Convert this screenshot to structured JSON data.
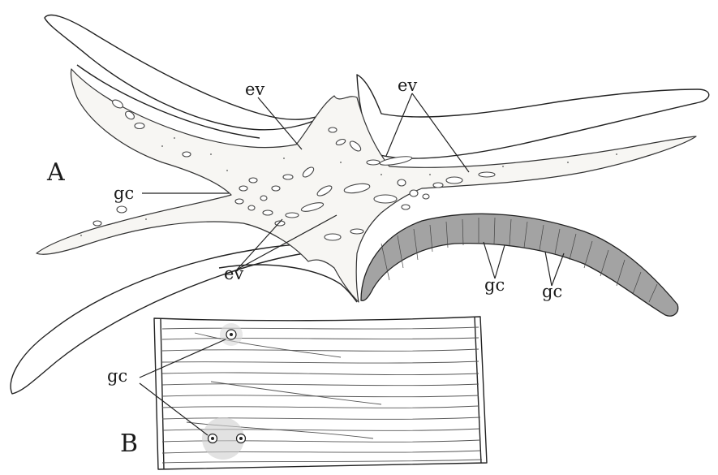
{
  "panels": {
    "a": {
      "label": "A"
    },
    "b": {
      "label": "B"
    }
  },
  "labels": {
    "ev": "ev",
    "gc": "gc"
  },
  "colors": {
    "ink": "#222222",
    "paper": "#ffffff",
    "tissue": "#f7f6f3",
    "dense_band": "#9a9a9a"
  }
}
